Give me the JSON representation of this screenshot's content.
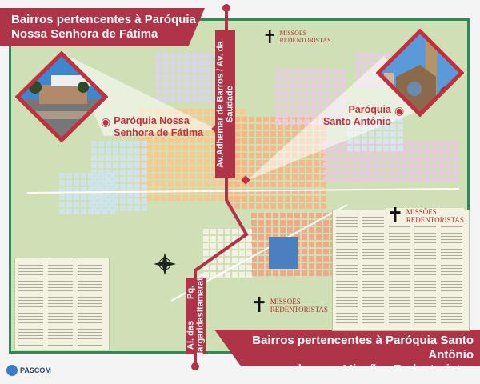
{
  "banners": {
    "top": [
      "Bairros pertencentes à Paróquia",
      "Nossa Senhora de Fátima"
    ],
    "bottom": [
      "Bairros pertencentes à Paróquia Santo Antônio",
      "e que recebem as Missões Redentoristas"
    ]
  },
  "streets": {
    "main_avenue": "Av.Adhemar de Barros / Av. da Saudade",
    "south_avenue": [
      "Al. das Margaridas",
      "Pq. Itamaraty"
    ]
  },
  "parishes": {
    "fatima": [
      "Paróquia Nossa",
      "Senhora de Fátima"
    ],
    "santo_antonio": [
      "Paróquia",
      "Santo Antônio"
    ]
  },
  "missoes_logo": [
    "MISSÕES",
    "REDENTORISTAS"
  ],
  "footer": {
    "brand": "PASCOM"
  },
  "colors": {
    "accent": "#b03448",
    "map_bg": "#cfe0b6",
    "map_border": "#2f8a5a"
  }
}
